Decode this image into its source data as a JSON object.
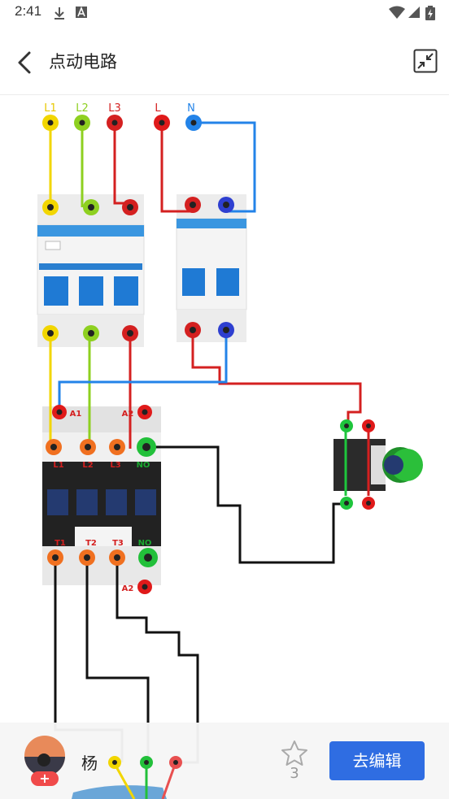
{
  "status": {
    "time": "2:41"
  },
  "header": {
    "title": "点动电路"
  },
  "diagram": {
    "sources": [
      "L1",
      "L2",
      "L3",
      "L",
      "N"
    ],
    "contactor_top": {
      "a1": "A1",
      "a2": "A2",
      "l1": "L1",
      "l2": "L2",
      "l3": "L3",
      "no": "NO"
    },
    "contactor_bottom": {
      "t1": "T1",
      "t2": "T2",
      "t3": "T3",
      "no": "NO",
      "a2": "A2"
    }
  },
  "footer": {
    "username": "杨",
    "star_count": "3",
    "edit_label": "去编辑"
  },
  "colors": {
    "l1": "#f2d600",
    "l2": "#8ed020",
    "l3": "#d42020",
    "n": "#2383e8",
    "accent": "#2f6de2",
    "badge": "#f04a4a"
  }
}
